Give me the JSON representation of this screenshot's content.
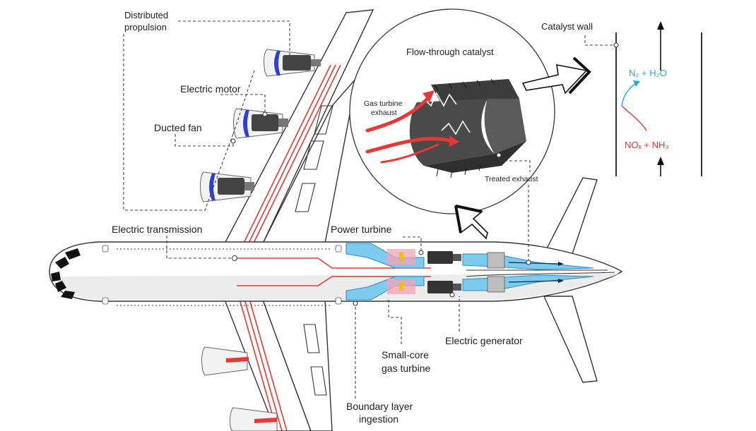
{
  "labels": {
    "distributed_propulsion_l1": "Distributed",
    "distributed_propulsion_l2": "propulsion",
    "electric_motor": "Electric motor",
    "ducted_fan": "Ducted fan",
    "electric_transmission": "Electric transmission",
    "power_turbine": "Power turbine",
    "electric_generator": "Electric generator",
    "small_core_l1": "Small-core",
    "small_core_l2": "gas turbine",
    "boundary_layer_l1": "Boundary layer",
    "boundary_layer_l2": "ingestion",
    "flow_through_catalyst": "Flow-through catalyst",
    "gas_turbine_exhaust_l1": "Gas turbine",
    "gas_turbine_exhaust_l2": "exhaust",
    "treated_exhaust": "Treated exhaust",
    "catalyst_wall": "Catalyst wall"
  },
  "chemistry": {
    "products": "N₂ + H₂O",
    "reactants": "NOₓ + NH₃"
  },
  "colors": {
    "electric_line": "#e53935",
    "airflow": "#7ecbf0",
    "product_text": "#2aa7e0",
    "reactant_text": "#e8333a",
    "motor_blue": "#2b3fd6"
  }
}
